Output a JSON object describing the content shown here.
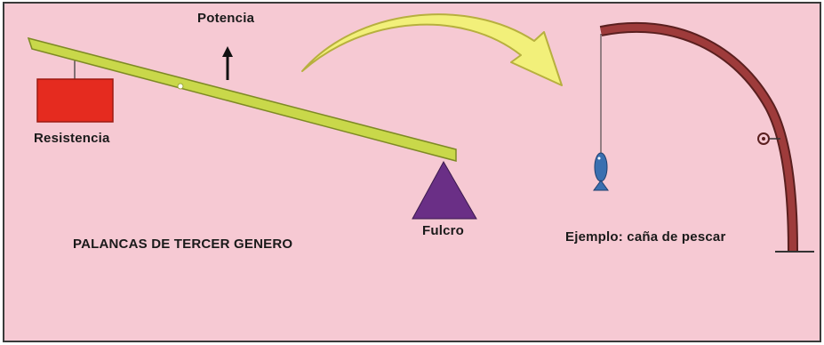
{
  "labels": {
    "potencia": "Potencia",
    "resistencia": "Resistencia",
    "fulcro": "Fulcro",
    "titulo": "PALANCAS DE TERCER GENERO",
    "ejemplo": "Ejemplo: caña de pescar"
  },
  "colors": {
    "background": "#f6c9d3",
    "border": "#3a3a3a",
    "lever": "#c9d84a",
    "weight": "#e52b1f",
    "fulcrum": "#6a2f86",
    "arrow": "#f2f07a",
    "rod": "#9e3b3b",
    "fish": "#3a6fb0"
  }
}
